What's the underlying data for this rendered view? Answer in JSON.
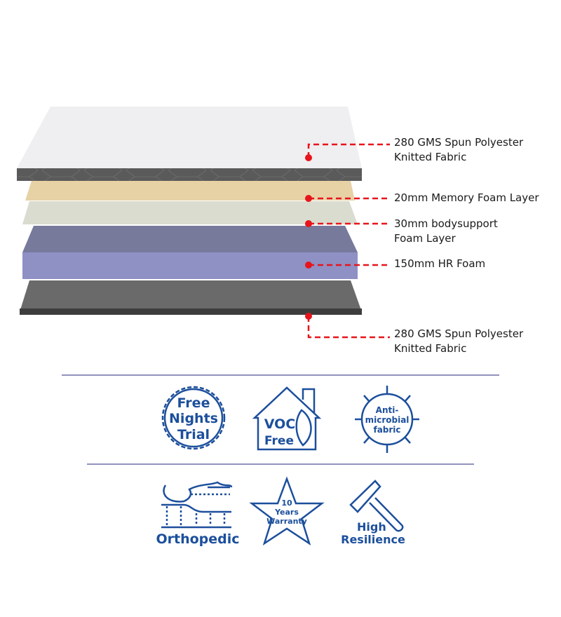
{
  "layers": [
    {
      "label_line1": "280 GMS Spun Polyester",
      "label_line2": "Knitted Fabric"
    },
    {
      "label_line1": "20mm Memory Foam Layer",
      "label_line2": ""
    },
    {
      "label_line1": "30mm bodysupport",
      "label_line2": "Foam Layer"
    },
    {
      "label_line1": "150mm HR Foam",
      "label_line2": ""
    },
    {
      "label_line1": "280 GMS Spun Polyester",
      "label_line2": "Knitted Fabric"
    }
  ],
  "features": {
    "trial": {
      "icon": "wavy-badge-icon",
      "l1": "Free",
      "l2": "Nights",
      "l3": "Trial"
    },
    "voc": {
      "icon": "house-leaf-icon",
      "l1": "VOC",
      "l2": "Free"
    },
    "antimicrobial": {
      "icon": "microbe-icon",
      "l1": "Anti-",
      "l2": "microbial",
      "l3": "fabric"
    },
    "orthopedic": {
      "icon": "body-on-mattress-icon",
      "l1": "Orthopedic"
    },
    "warranty": {
      "icon": "star-icon",
      "l1": "10",
      "l2": "Years",
      "l3": "Warranty"
    },
    "resilience": {
      "icon": "hammer-icon",
      "l1": "High",
      "l2": "Resilience"
    }
  },
  "colors": {
    "callout": "#e8141b",
    "icon": "#1c4f9c",
    "divider": "#6d6ea8"
  }
}
